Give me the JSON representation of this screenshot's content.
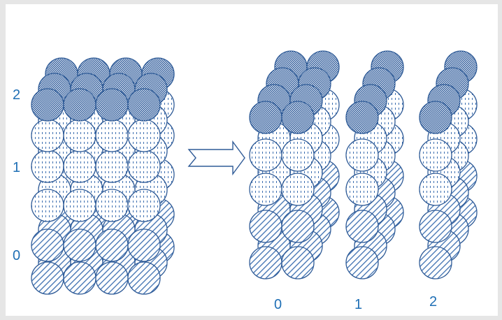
{
  "colors": {
    "stroke": "#2f5b97",
    "hatch": "#3d6fb0",
    "fill_light": "#ffffff",
    "label": "#1f6fb5",
    "background": "#ffffff",
    "page": "#e6e6e6"
  },
  "diagram": {
    "stack_labels": [
      "2",
      "1",
      "0"
    ],
    "column_labels": [
      "0",
      "1",
      "2"
    ],
    "arrow": "right-outline-arrow"
  }
}
